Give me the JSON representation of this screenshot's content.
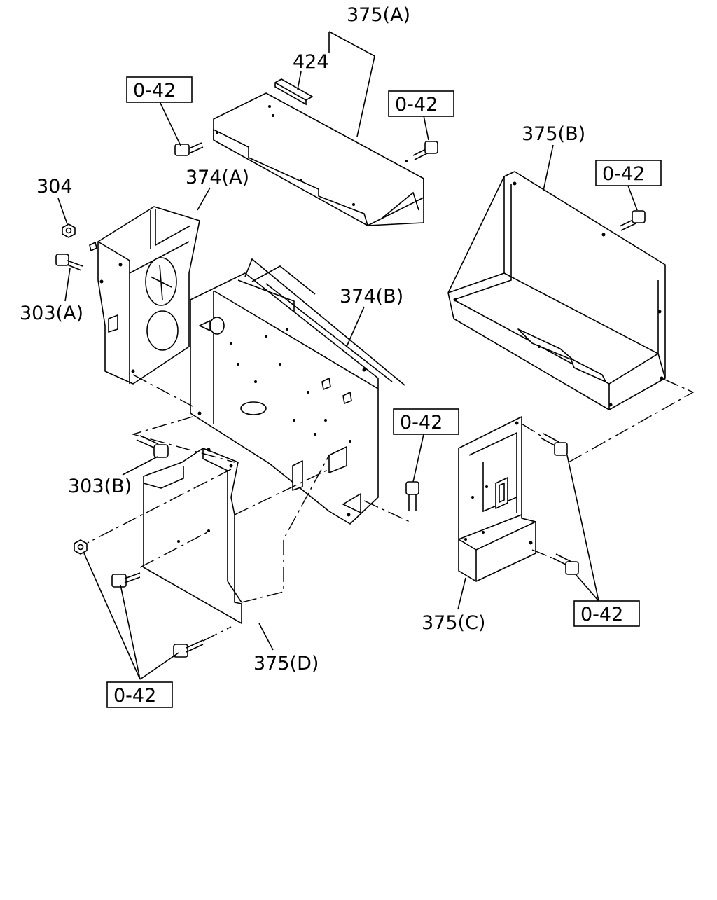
{
  "labels": {
    "p375A": "375(A)",
    "p424": "424",
    "p375B": "375(B)",
    "p374A": "374(A)",
    "p374B": "374(B)",
    "p304": "304",
    "p303A": "303(A)",
    "p303B": "303(B)",
    "p375C": "375(C)",
    "p375D": "375(D)"
  },
  "refs": {
    "r1": "0-42",
    "r2": "0-42",
    "r3": "0-42",
    "r4": "0-42",
    "r5": "0-42",
    "r6": "0-42"
  }
}
